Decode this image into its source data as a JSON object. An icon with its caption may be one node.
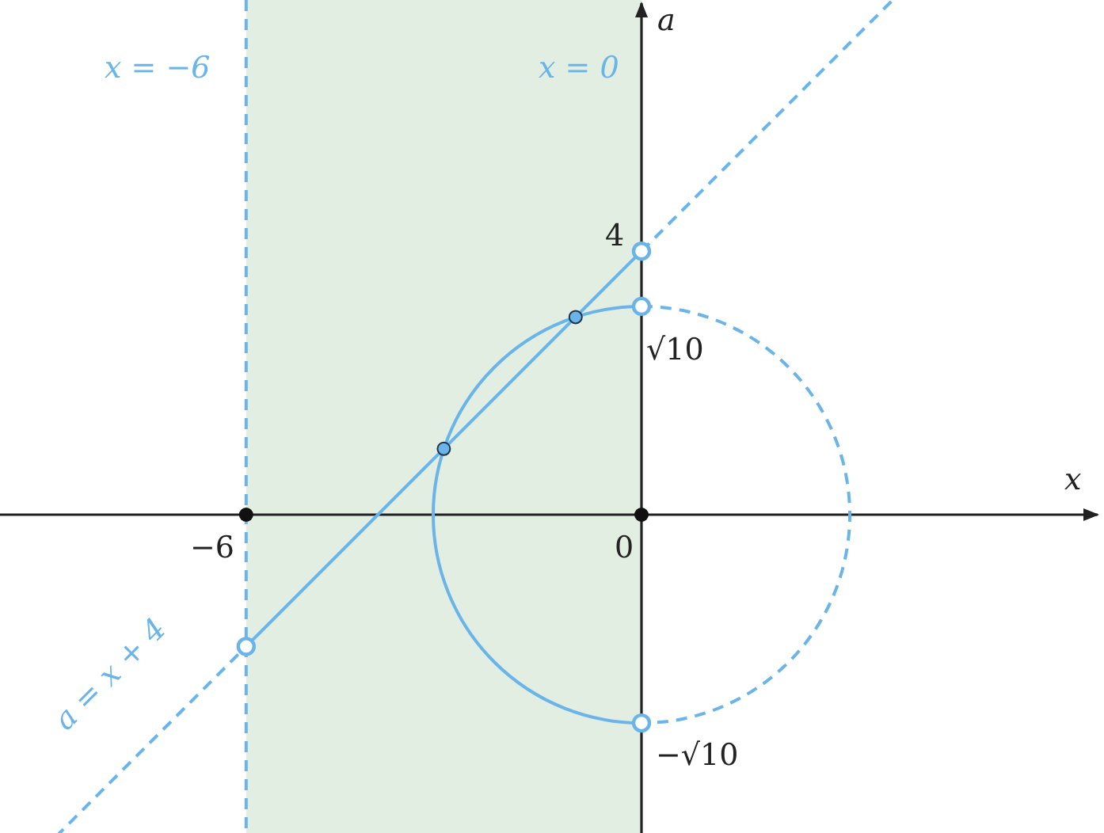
{
  "diagram": {
    "labels": [
      "a",
      "x = −6",
      "x = 0",
      "4",
      "√10",
      "x",
      "−6",
      "0",
      "−√10",
      "a = x + 4"
    ]
  }
}
